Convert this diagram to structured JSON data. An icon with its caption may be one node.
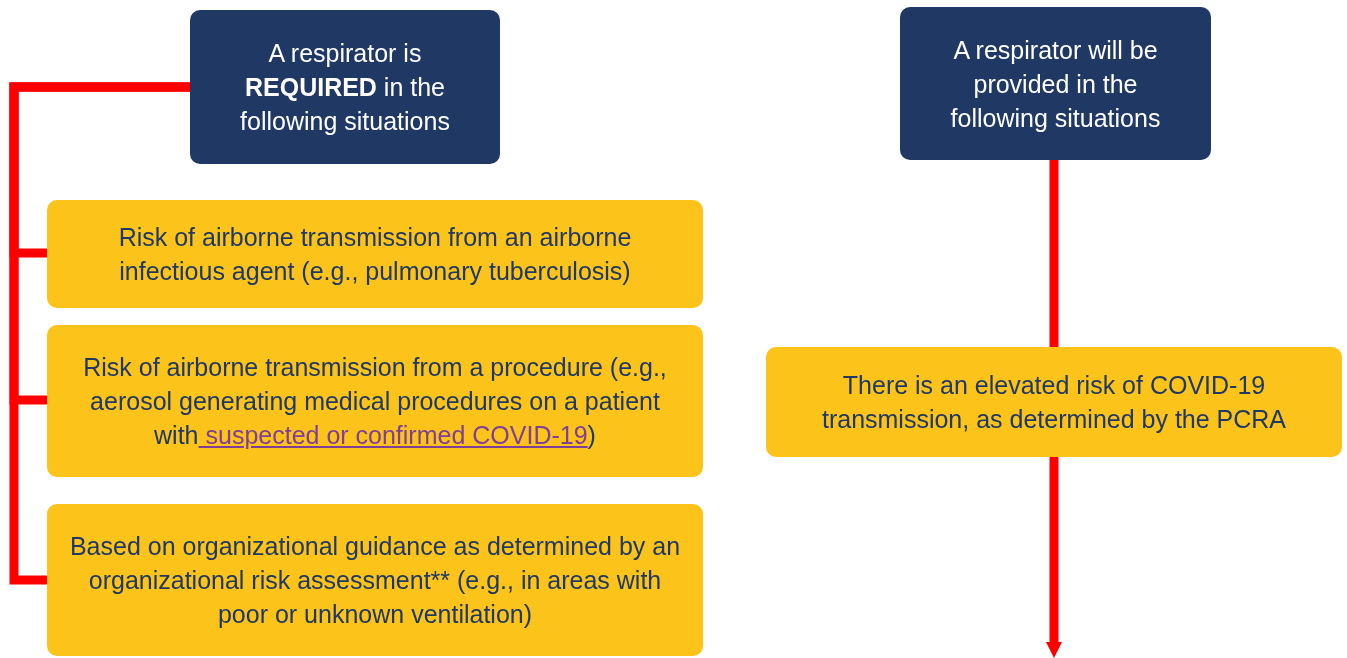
{
  "diagram": {
    "nodes": [
      {
        "text": [
          "A respirator is **REQUIRED** in the following situations"
        ]
      },
      {
        "text": [
          "Risk of airborne transmission from an airborne infectious agent (e.g., pulmonary tuberculosis)"
        ]
      },
      {
        "text": [
          "Risk of airborne transmission from a procedure (e.g., aerosol generating medical procedures on a patient with",
          "suspected or confirmed COVID-19",
          ")"
        ]
      },
      {
        "text": [
          "Based on organizational guidance as determined by an organizational risk assessment** (e.g., in areas with poor or unknown ventilation)"
        ]
      },
      {
        "text": [
          "A respirator will be provided in the following situations"
        ]
      },
      {
        "text": [
          "There is an elevated risk of COVID-19 transmission, as determined by the PCRA"
        ]
      }
    ],
    "edges": [
      {
        "from": 0,
        "to": 1,
        "arrow": "none"
      },
      {
        "from": 0,
        "to": 2,
        "arrow": "none"
      },
      {
        "from": 0,
        "to": 3,
        "arrow": "none"
      },
      {
        "from": 4,
        "to": 5,
        "arrow": "none"
      },
      {
        "from": 5,
        "to": null,
        "arrow": "to"
      }
    ]
  }
}
